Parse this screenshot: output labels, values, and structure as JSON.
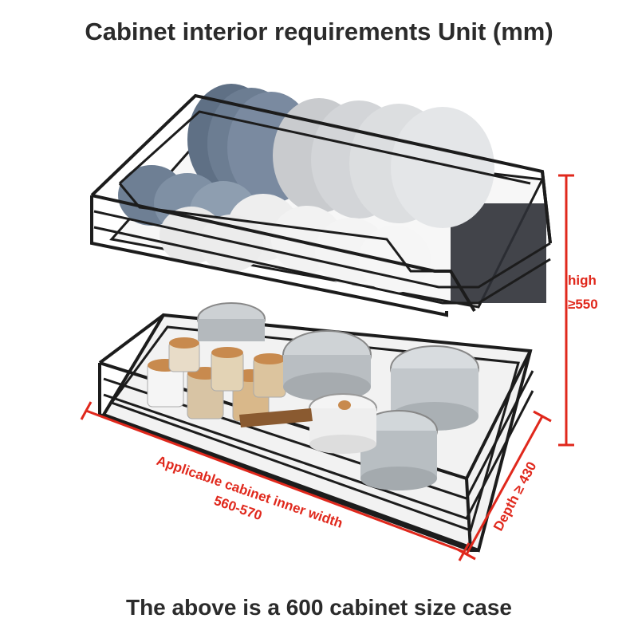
{
  "title": "Cabinet interior requirements Unit (mm)",
  "footer": "The above is a 600 cabinet size case",
  "dimensions": {
    "height_label": "high",
    "height_value": "≥550",
    "width_label": "Applicable cabinet inner width",
    "width_value": "560-570",
    "depth_label": "Depth ≥ 430"
  },
  "colors": {
    "text": "#2b2b2b",
    "dimension": "#e0281c",
    "frame": "#1c1c1c"
  }
}
